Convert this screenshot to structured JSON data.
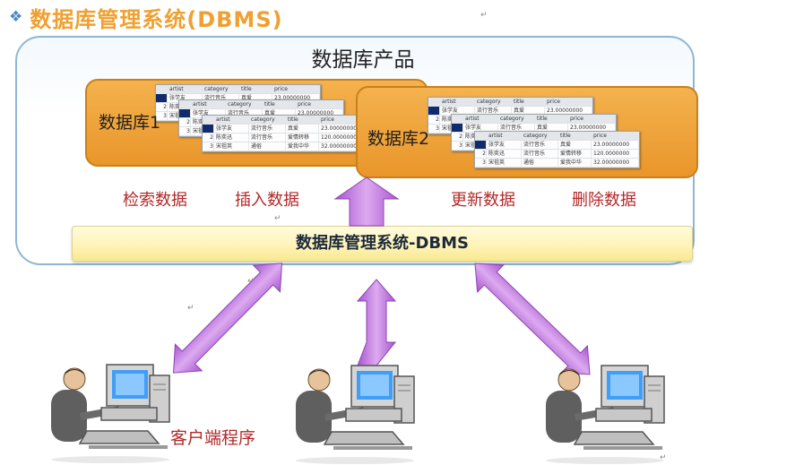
{
  "title": {
    "bullet": "❖",
    "text": "数据库管理系统(DBMS)"
  },
  "product": {
    "title": "数据库产品"
  },
  "databases": [
    {
      "label": "数据库1"
    },
    {
      "label": "数据库2"
    }
  ],
  "operations": {
    "retrieve": "检索数据",
    "insert": "插入数据",
    "update": "更新数据",
    "delete": "删除数据"
  },
  "dbms": {
    "label": "数据库管理系统-DBMS"
  },
  "client": {
    "label": "客户端程序"
  },
  "mini_table": {
    "header": [
      "",
      "artist",
      "category",
      "title",
      "price"
    ],
    "rows": [
      [
        "1",
        "张学友",
        "流行音乐",
        "真爱",
        "23.00000000"
      ],
      [
        "2",
        "陈奕迅",
        "流行音乐",
        "爱情转移",
        "120.0000000"
      ],
      [
        "3",
        "宋祖英",
        "通俗",
        "爱我中华",
        "32.00000000"
      ]
    ]
  },
  "colors": {
    "title": "#f0a030",
    "db_box": "#eea238",
    "operation_text": "#b22a2a",
    "arrow": "#c27adb",
    "dbms_bar": "#fff3b8",
    "panel_border": "#8fb7d4"
  }
}
